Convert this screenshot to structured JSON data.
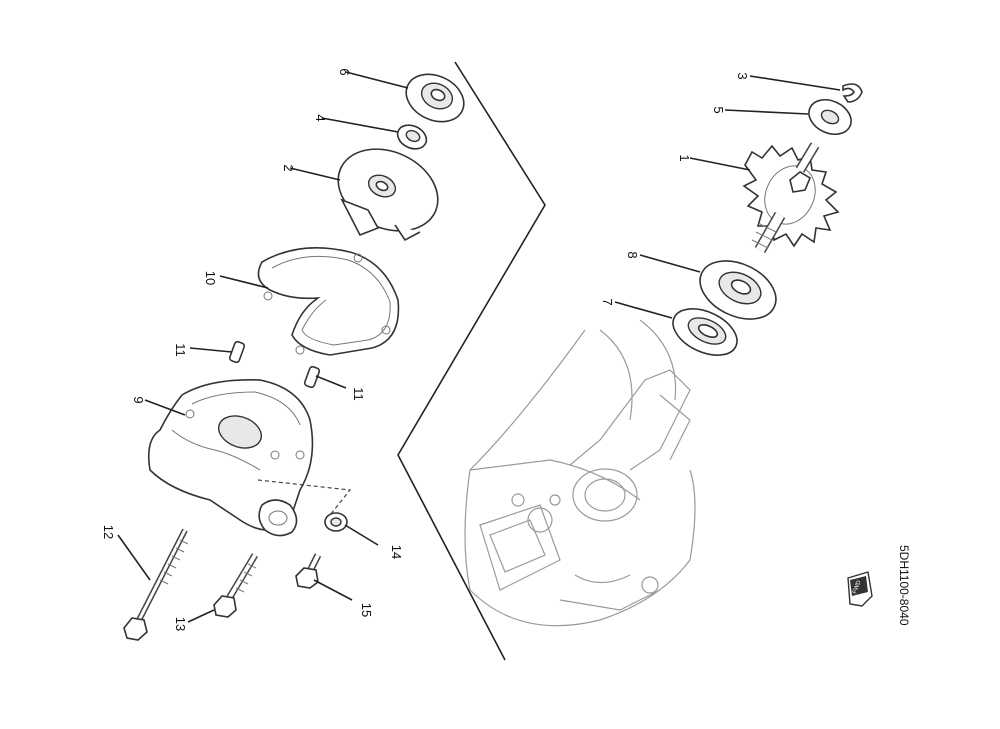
{
  "diagram": {
    "drawing_code": "5DH1100-8040",
    "fwd_label": "FWD",
    "callouts": {
      "c1": "1",
      "c2": "2",
      "c3": "3",
      "c4": "4",
      "c5": "5",
      "c6": "6",
      "c7": "7",
      "c8": "8",
      "c9": "9",
      "c10": "10",
      "c11a": "11",
      "c11b": "11",
      "c12": "12",
      "c13": "13",
      "c14": "14",
      "c15": "15"
    }
  }
}
